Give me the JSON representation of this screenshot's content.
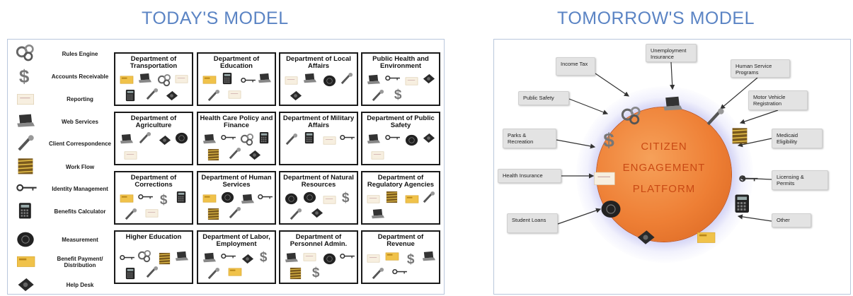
{
  "titles": {
    "left": "TODAY'S MODEL",
    "right": "TOMORROW'S MODEL"
  },
  "legend": [
    {
      "label": "Rules Engine",
      "icon": "gears-icon"
    },
    {
      "label": "Accounts Receivable",
      "icon": "dollar-icon"
    },
    {
      "label": "Reporting",
      "icon": "report-icon"
    },
    {
      "label": "Web Services",
      "icon": "laptop-icon"
    },
    {
      "label": "Client Correspondence",
      "icon": "pen-icon"
    },
    {
      "label": "Work Flow",
      "icon": "workflow-icon"
    },
    {
      "label": "Identity Management",
      "icon": "key-icon"
    },
    {
      "label": "Benefits Calculator",
      "icon": "calculator-icon"
    },
    {
      "label": "Measurement",
      "icon": "clock-icon"
    },
    {
      "label": "Benefit Payment/ Distribution",
      "icon": "card-icon"
    },
    {
      "label": "Help Desk",
      "icon": "phone-icon"
    }
  ],
  "departments": [
    {
      "name": "Department of Transportation",
      "icons": [
        "card-icon",
        "laptop-icon",
        "gears-icon",
        "report-icon",
        "calculator-icon",
        "pen-icon",
        "phone-icon"
      ]
    },
    {
      "name": "Department of Education",
      "icons": [
        "card-icon",
        "calculator-icon",
        "key-icon",
        "laptop-icon",
        "pen-icon",
        "report-icon"
      ]
    },
    {
      "name": "Department of Local Affairs",
      "icons": [
        "report-icon",
        "laptop-icon",
        "clock-icon",
        "pen-icon",
        "phone-icon"
      ]
    },
    {
      "name": "Public Health and Environment",
      "icons": [
        "laptop-icon",
        "key-icon",
        "report-icon",
        "phone-icon",
        "pen-icon",
        "dollar-icon"
      ]
    },
    {
      "name": "Department of Agriculture",
      "icons": [
        "laptop-icon",
        "pen-icon",
        "phone-icon",
        "clock-icon",
        "report-icon"
      ]
    },
    {
      "name": "Health Care Policy and Finance",
      "icons": [
        "laptop-icon",
        "key-icon",
        "gears-icon",
        "calculator-icon",
        "workflow-icon",
        "pen-icon",
        "phone-icon"
      ]
    },
    {
      "name": "Department of Military Affairs",
      "icons": [
        "pen-icon",
        "calculator-icon",
        "report-icon",
        "key-icon"
      ]
    },
    {
      "name": "Department of Public Safety",
      "icons": [
        "laptop-icon",
        "key-icon",
        "clock-icon",
        "phone-icon",
        "report-icon"
      ]
    },
    {
      "name": "Department of Corrections",
      "icons": [
        "card-icon",
        "key-icon",
        "dollar-icon",
        "calculator-icon",
        "pen-icon",
        "report-icon"
      ]
    },
    {
      "name": "Department of Human Services",
      "icons": [
        "card-icon",
        "clock-icon",
        "laptop-icon",
        "key-icon",
        "workflow-icon",
        "pen-icon"
      ]
    },
    {
      "name": "Department of Natural Resources",
      "icons": [
        "clock-icon",
        "clock-icon",
        "report-icon",
        "dollar-icon",
        "pen-icon",
        "phone-icon"
      ]
    },
    {
      "name": "Department of Regulatory Agencies",
      "icons": [
        "report-icon",
        "workflow-icon",
        "card-icon",
        "pen-icon",
        "laptop-icon"
      ]
    },
    {
      "name": "Higher Education",
      "icons": [
        "key-icon",
        "gears-icon",
        "workflow-icon",
        "laptop-icon",
        "calculator-icon",
        "pen-icon"
      ]
    },
    {
      "name": "Department of Labor, Employment",
      "icons": [
        "laptop-icon",
        "key-icon",
        "phone-icon",
        "dollar-icon",
        "pen-icon",
        "card-icon"
      ]
    },
    {
      "name": "Department of Personnel Admin.",
      "icons": [
        "laptop-icon",
        "report-icon",
        "clock-icon",
        "key-icon",
        "workflow-icon",
        "dollar-icon"
      ]
    },
    {
      "name": "Department of Revenue",
      "icons": [
        "report-icon",
        "card-icon",
        "dollar-icon",
        "laptop-icon",
        "pen-icon",
        "key-icon"
      ]
    }
  ],
  "platform": {
    "line1": "CITIZEN",
    "line2": "ENGAGEMENT",
    "line3": "PLATFORM"
  },
  "services": [
    {
      "label": "Unemployment Insurance"
    },
    {
      "label": "Income Tax"
    },
    {
      "label": "Human Service Programs"
    },
    {
      "label": "Public Safety"
    },
    {
      "label": "Motor Vehicle Registration"
    },
    {
      "label": "Parks & Recreation"
    },
    {
      "label": "Medicaid Eligibility"
    },
    {
      "label": "Health Insurance"
    },
    {
      "label": "Licensing & Permits"
    },
    {
      "label": "Student Loans"
    },
    {
      "label": "Other"
    }
  ],
  "colors": {
    "title": "#5b84c4",
    "platform": "#ee7f35",
    "platform_text": "#c94a14",
    "halo": "#9a9ae6"
  }
}
